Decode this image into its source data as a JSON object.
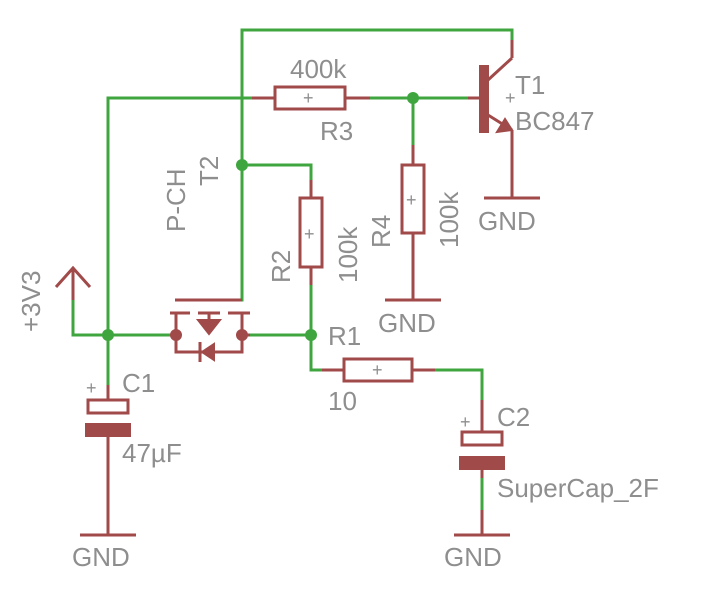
{
  "colors": {
    "wire": "#3fa63f",
    "part": "#a04a4a",
    "text": "#8e8e8e",
    "background": "#ffffff"
  },
  "supply": {
    "label": "+3V3"
  },
  "gnd_label": "GND",
  "t2": {
    "name": "T2",
    "value": "P-CH"
  },
  "t1": {
    "name": "T1",
    "value": "BC847"
  },
  "r1": {
    "name": "R1",
    "value": "10"
  },
  "r2": {
    "name": "R2",
    "value": "100k"
  },
  "r3": {
    "name": "R3",
    "value": "400k"
  },
  "r4": {
    "name": "R4",
    "value": "100k"
  },
  "c1": {
    "name": "C1",
    "value": "47µF",
    "polarity": "+"
  },
  "c2": {
    "name": "C2",
    "value": "SuperCap_2F",
    "polarity": "+"
  }
}
